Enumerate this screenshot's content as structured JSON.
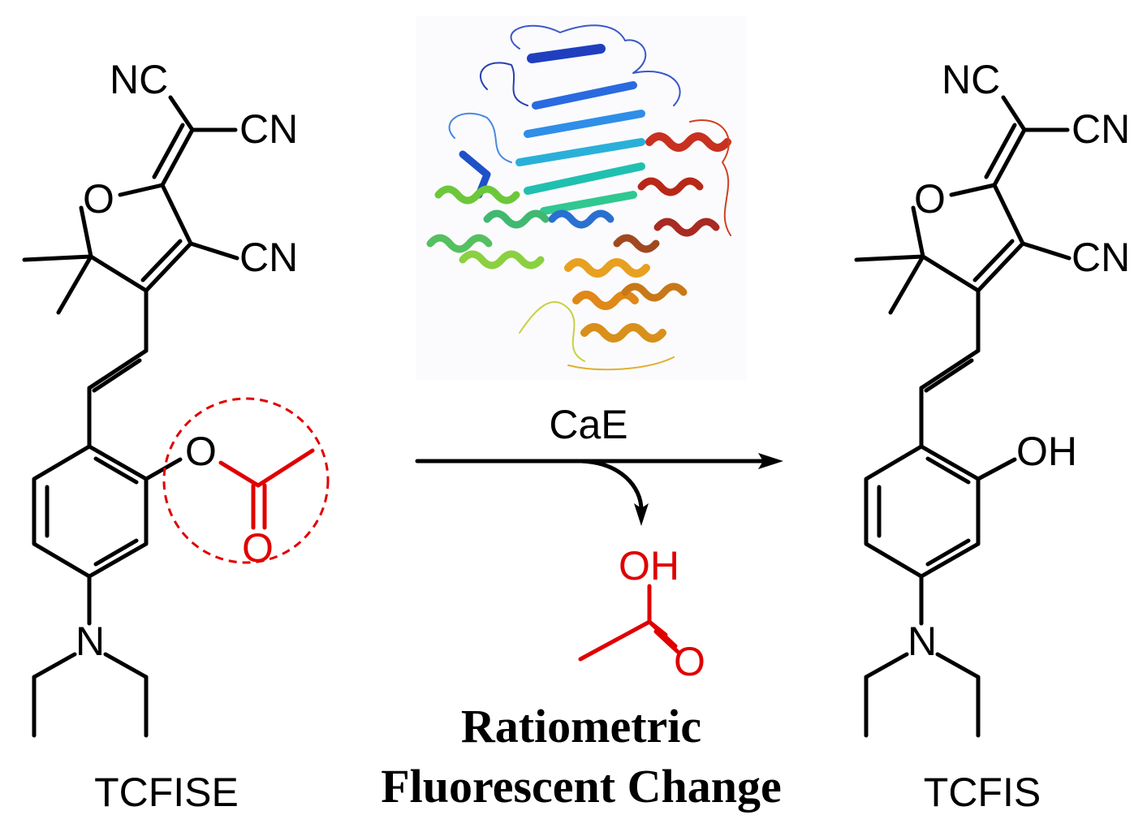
{
  "left_molecule": {
    "name": "TCFISE",
    "atoms": {
      "nc": "NC",
      "cn_top": "CN",
      "cn_mid": "CN",
      "o_ring": "O",
      "o_ester": "O",
      "o_carbonyl": "O",
      "n_amine": "N"
    }
  },
  "right_molecule": {
    "name": "TCFIS",
    "atoms": {
      "nc": "NC",
      "cn_top": "CN",
      "cn_mid": "CN",
      "o_ring": "O",
      "oh": "OH",
      "n_amine": "N"
    }
  },
  "reaction": {
    "enzyme_label": "CaE",
    "byproduct_atoms": {
      "oh": "OH",
      "o": "O"
    },
    "result_line1": "Ratiometric",
    "result_line2": "Fluorescent Change"
  },
  "colors": {
    "bond": "#000000",
    "highlight": "#e00000"
  },
  "icons": {
    "protein": "protein-structure-icon"
  }
}
